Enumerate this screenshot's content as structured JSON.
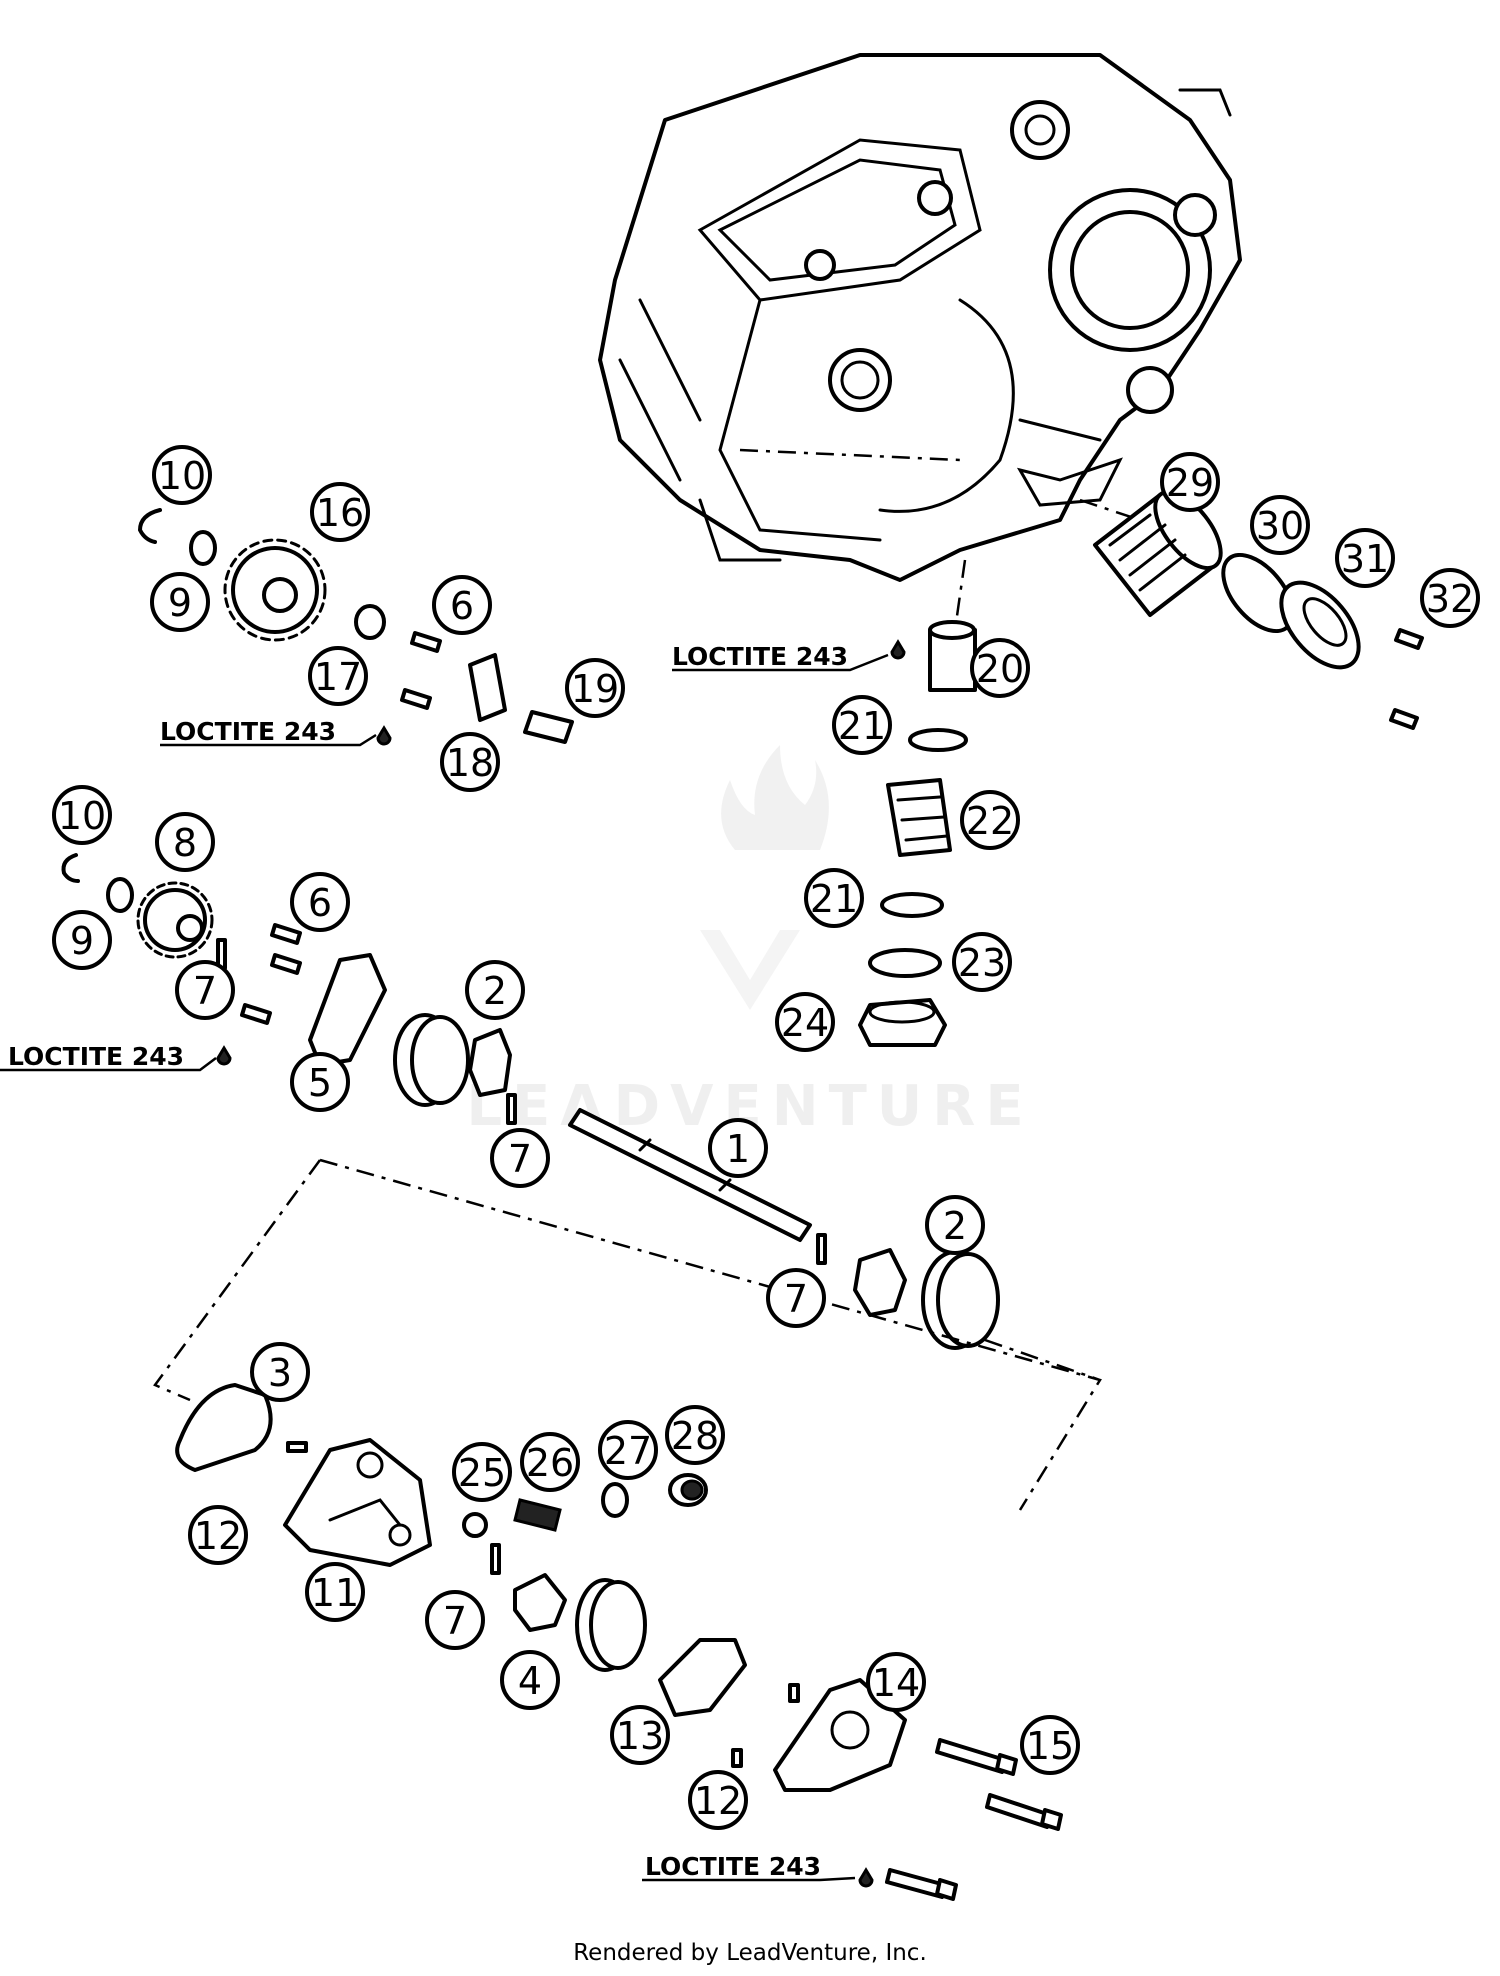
{
  "callouts": [
    {
      "id": "c1",
      "label": "1"
    },
    {
      "id": "c2a",
      "label": "2"
    },
    {
      "id": "c2b",
      "label": "2"
    },
    {
      "id": "c3",
      "label": "3"
    },
    {
      "id": "c4",
      "label": "4"
    },
    {
      "id": "c5",
      "label": "5"
    },
    {
      "id": "c6a",
      "label": "6"
    },
    {
      "id": "c6b",
      "label": "6"
    },
    {
      "id": "c7a",
      "label": "7"
    },
    {
      "id": "c7b",
      "label": "7"
    },
    {
      "id": "c7c",
      "label": "7"
    },
    {
      "id": "c7d",
      "label": "7"
    },
    {
      "id": "c8",
      "label": "8"
    },
    {
      "id": "c9a",
      "label": "9"
    },
    {
      "id": "c9b",
      "label": "9"
    },
    {
      "id": "c10a",
      "label": "10"
    },
    {
      "id": "c10b",
      "label": "10"
    },
    {
      "id": "c11",
      "label": "11"
    },
    {
      "id": "c12a",
      "label": "12"
    },
    {
      "id": "c12b",
      "label": "12"
    },
    {
      "id": "c13",
      "label": "13"
    },
    {
      "id": "c14",
      "label": "14"
    },
    {
      "id": "c15",
      "label": "15"
    },
    {
      "id": "c16",
      "label": "16"
    },
    {
      "id": "c17",
      "label": "17"
    },
    {
      "id": "c18",
      "label": "18"
    },
    {
      "id": "c19",
      "label": "19"
    },
    {
      "id": "c20",
      "label": "20"
    },
    {
      "id": "c21a",
      "label": "21"
    },
    {
      "id": "c21b",
      "label": "21"
    },
    {
      "id": "c22",
      "label": "22"
    },
    {
      "id": "c23",
      "label": "23"
    },
    {
      "id": "c24",
      "label": "24"
    },
    {
      "id": "c25",
      "label": "25"
    },
    {
      "id": "c26",
      "label": "26"
    },
    {
      "id": "c27",
      "label": "27"
    },
    {
      "id": "c28",
      "label": "28"
    },
    {
      "id": "c29",
      "label": "29"
    },
    {
      "id": "c30",
      "label": "30"
    },
    {
      "id": "c31",
      "label": "31"
    },
    {
      "id": "c32",
      "label": "32"
    }
  ],
  "loctite": {
    "top_center": "LOCTITE 243",
    "upper_left": "LOCTITE 243",
    "middle_left": "LOCTITE 243",
    "bottom": "LOCTITE 243"
  },
  "watermark": "LEADVENTURE",
  "footer": "Rendered by LeadVenture, Inc."
}
